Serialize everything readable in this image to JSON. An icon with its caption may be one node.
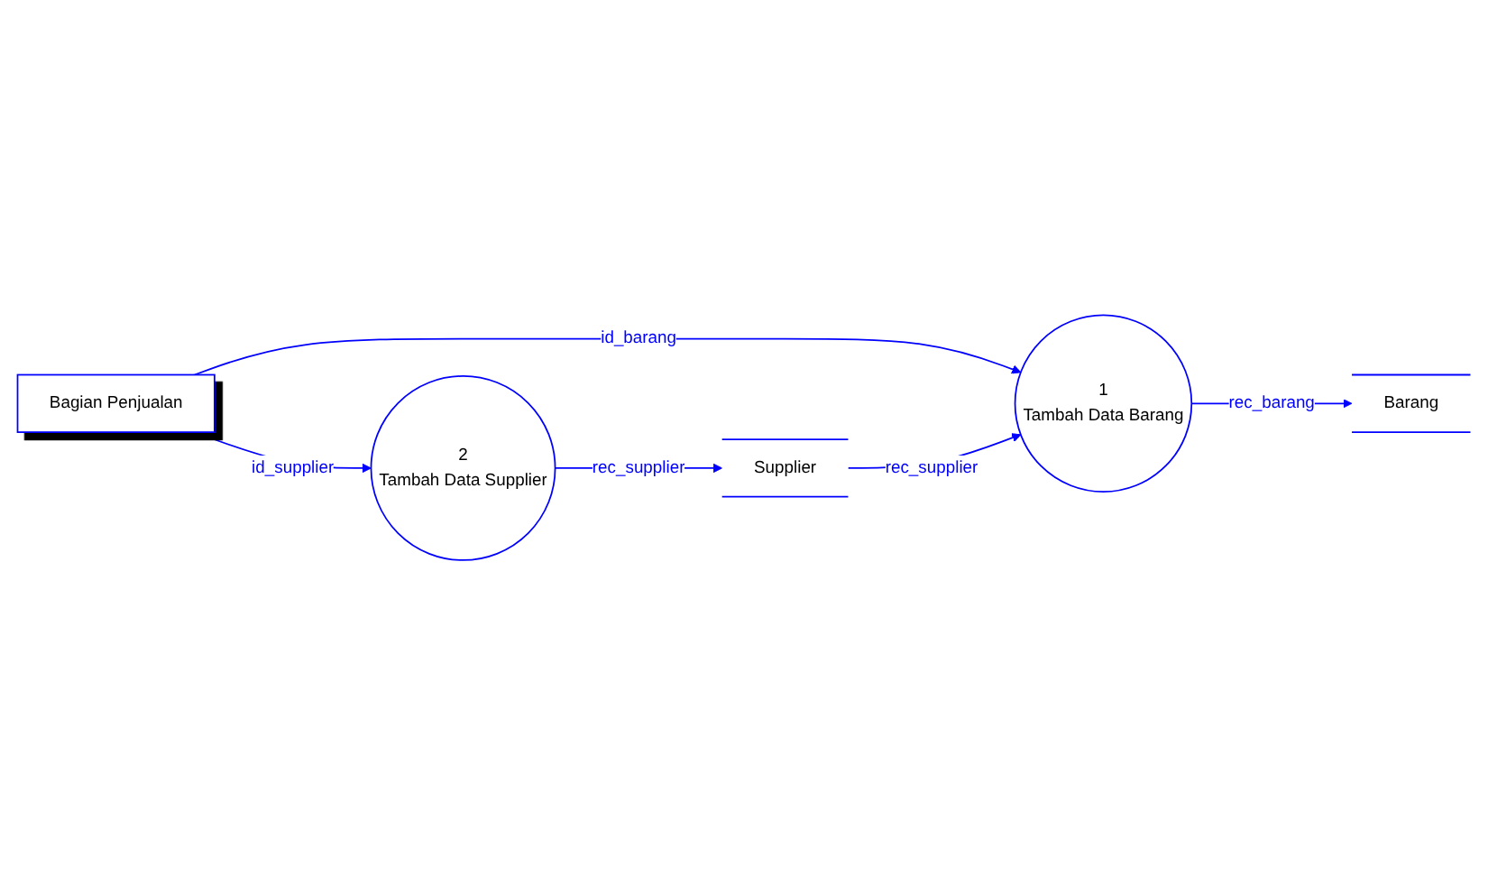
{
  "diagram": {
    "nodes": [
      {
        "text": [
          "1",
          "Tambah Data Barang"
        ]
      },
      {
        "text": [
          "Bagian Penjualan"
        ]
      },
      {
        "text": [
          "Barang"
        ]
      },
      {
        "text": [
          "Supplier"
        ]
      },
      {
        "text": [
          "2",
          "Tambah Data Supplier"
        ]
      }
    ],
    "edges": [
      {
        "from": 1,
        "to": 0,
        "arrow": "to",
        "label": "id_barang"
      },
      {
        "from": 0,
        "to": 2,
        "arrow": "to",
        "label": "rec_barang"
      },
      {
        "from": 3,
        "to": 0,
        "arrow": "to",
        "label": "rec_supplier"
      },
      {
        "from": 1,
        "to": 4,
        "arrow": "to",
        "label": "id_supplier"
      },
      {
        "from": 4,
        "to": 3,
        "arrow": "to",
        "label": "rec_supplier"
      }
    ]
  }
}
